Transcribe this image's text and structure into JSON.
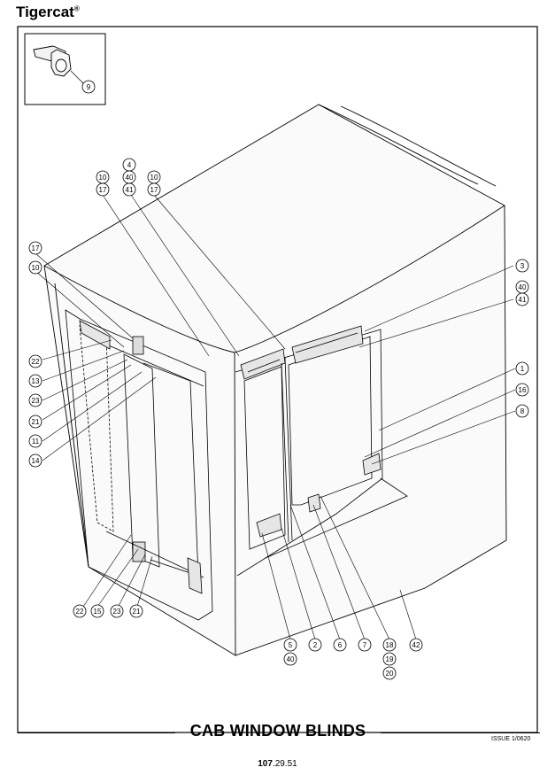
{
  "header": {
    "brand": "Tigercat",
    "brand_mark": "®"
  },
  "title": "CAB WINDOW BLINDS",
  "issue": "ISSUE 1/0620",
  "page_number": {
    "bold": "107",
    "rest": ".29.51"
  },
  "callouts": {
    "c9": "9",
    "c10a": "10",
    "c17a": "17",
    "c4": "4",
    "c40a": "40",
    "c41a": "41",
    "c10b": "10",
    "c17b": "17",
    "c17c": "17",
    "c10c": "10",
    "c22a": "22",
    "c13": "13",
    "c23a": "23",
    "c21a": "21",
    "c11": "11",
    "c14": "14",
    "c3": "3",
    "c40b": "40",
    "c41b": "41",
    "c1": "1",
    "c16": "16",
    "c8": "8",
    "c22b": "22",
    "c15": "15",
    "c23b": "23",
    "c21b": "21",
    "c5": "5",
    "c40c": "40",
    "c2": "2",
    "c6": "6",
    "c7": "7",
    "c18": "18",
    "c19": "19",
    "c20": "20",
    "c42": "42"
  }
}
